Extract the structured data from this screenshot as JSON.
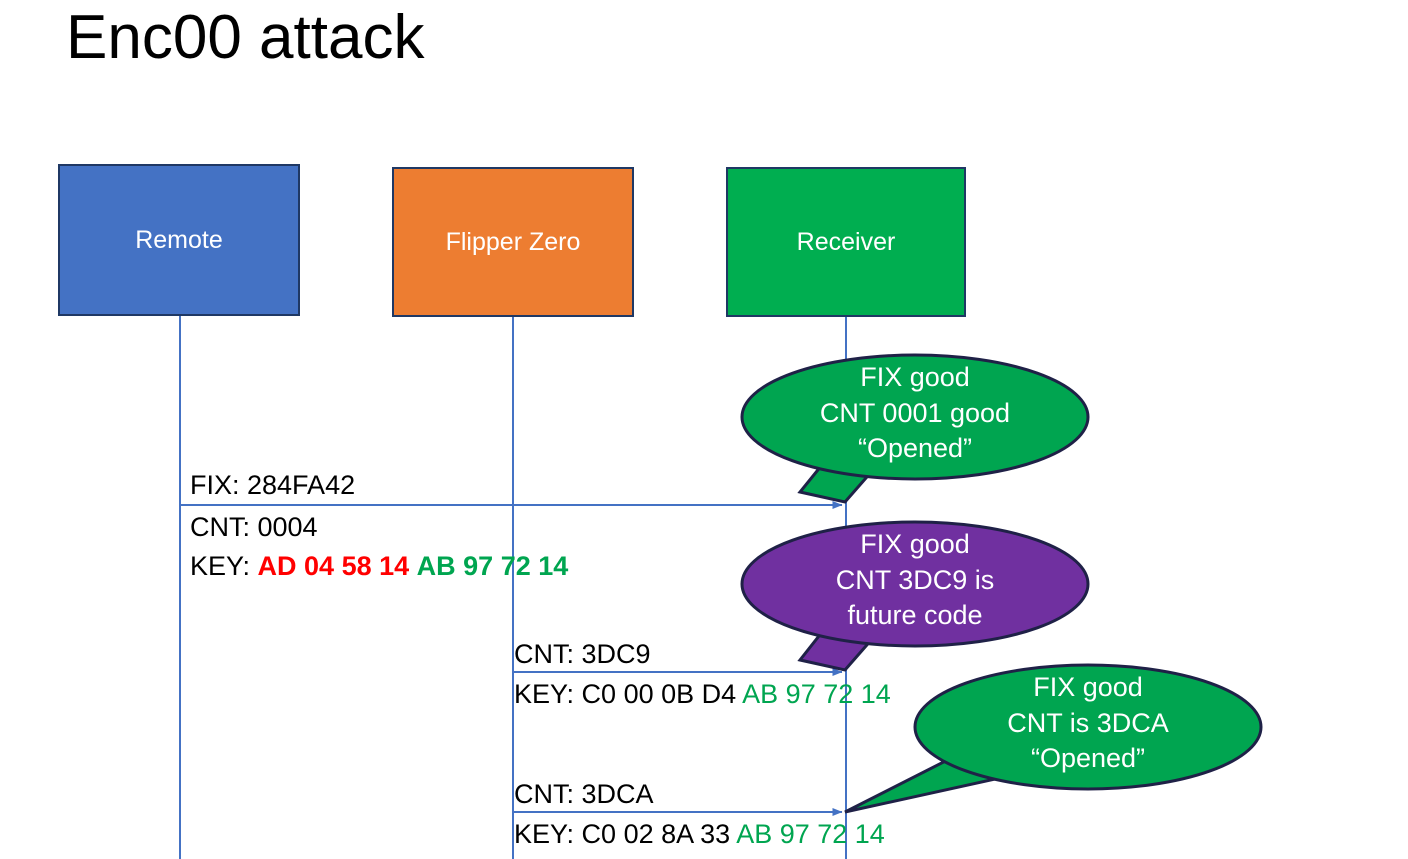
{
  "slide": {
    "title": "Enc00 attack",
    "background": "#FFFFFF"
  },
  "colors": {
    "remote_fill": "#4472C4",
    "flipper_fill": "#ED7D31",
    "receiver_fill": "#00AE50",
    "box_border": "#1F3864",
    "lifeline": "#4472C4",
    "arrow": "#4472C4",
    "bubble_green": "#00A550",
    "bubble_purple": "#7030A0",
    "bubble_border": "#1F2147",
    "key_red": "#FF0000",
    "key_green": "#00A550",
    "text_black": "#000000",
    "text_white": "#FFFFFF"
  },
  "actors": [
    {
      "id": "remote",
      "label": "Remote"
    },
    {
      "id": "flipper",
      "label": "Flipper Zero"
    },
    {
      "id": "receiver",
      "label": "Receiver"
    }
  ],
  "messages": [
    {
      "id": "msg-1",
      "from": "remote",
      "to": "receiver",
      "line_above": "FIX: 284FA42",
      "line_below_1": "CNT: 0004",
      "key_label": "KEY: ",
      "key_part_red": "AD 04 58 14",
      "key_part_green": "AB 97 72 14"
    },
    {
      "id": "msg-2",
      "from": "flipper",
      "to": "receiver",
      "line_above": "CNT: 3DC9",
      "key_label": "KEY: ",
      "key_part_black": "C0 00 0B D4",
      "key_part_green": "AB 97 72 14"
    },
    {
      "id": "msg-3",
      "from": "flipper",
      "to": "receiver",
      "line_above": "CNT: 3DCA",
      "key_label": "KEY: ",
      "key_part_black": "C0 02 8A 33",
      "key_part_green": "AB 97 72 14"
    }
  ],
  "bubbles": [
    {
      "id": "bubble-1",
      "color": "green",
      "lines": [
        "FIX good",
        "CNT 0001 good",
        "“Opened”"
      ]
    },
    {
      "id": "bubble-2",
      "color": "purple",
      "lines": [
        "FIX good",
        "CNT 3DC9 is",
        "future code"
      ]
    },
    {
      "id": "bubble-3",
      "color": "green",
      "lines": [
        "FIX good",
        "CNT is 3DCA",
        "“Opened”"
      ]
    }
  ]
}
